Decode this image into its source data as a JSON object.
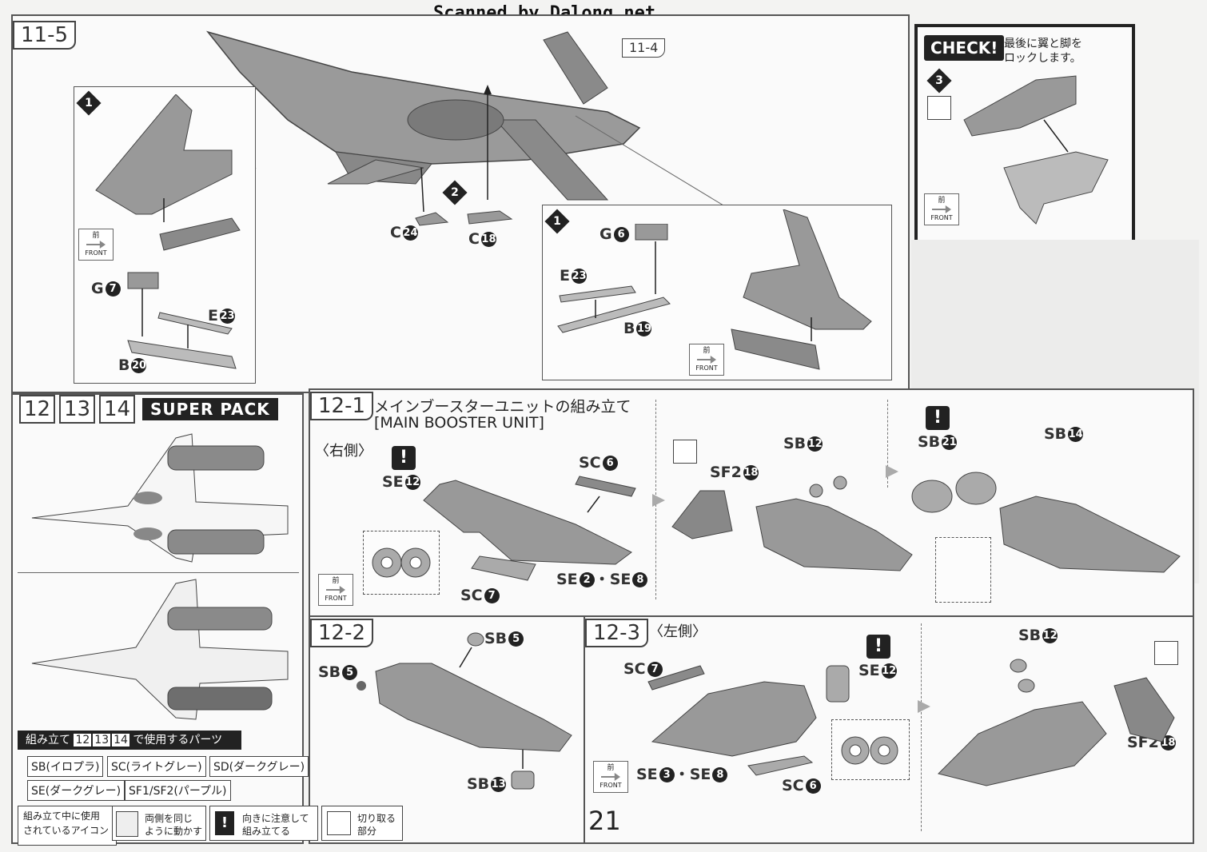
{
  "header": {
    "watermark": "Scanned by Dalong.net"
  },
  "step_11_5": {
    "tab": "11-5",
    "ref": "11-4",
    "step1_left": {
      "marker": "1",
      "parts": {
        "g": "G",
        "g_num": "7",
        "e": "E",
        "e_num": "23",
        "b": "B",
        "b_num": "20"
      },
      "front_kanji": "前",
      "front": "FRONT"
    },
    "step2": {
      "marker": "2",
      "c_a": "C",
      "c_a_num": "24",
      "c_b": "C",
      "c_b_num": "18"
    },
    "step1_right": {
      "marker": "1",
      "parts": {
        "g": "G",
        "g_num": "6",
        "e": "E",
        "e_num": "23",
        "b": "B",
        "b_num": "19"
      },
      "front_kanji": "前",
      "front": "FRONT"
    }
  },
  "check_box": {
    "badge": "CHECK!",
    "text_line1": "最後に翼と脚を",
    "text_line2": "ロックします。",
    "marker": "3",
    "front_kanji": "前",
    "front": "FRONT"
  },
  "super_pack": {
    "tabs": [
      "12",
      "13",
      "14"
    ],
    "title": "SUPER PACK",
    "parts_heading_pre": "組み立て",
    "parts_heading_post": "で使用するパーツ",
    "parts": [
      "SB(イロプラ)",
      "SC(ライトグレー)",
      "SD(ダークグレー)",
      "SE(ダークグレー)",
      "SF1/SF2(パープル)"
    ]
  },
  "step_12_1": {
    "tab": "12-1",
    "title_jp": "メインブースターユニットの組み立て",
    "title_en": "[MAIN BOOSTER UNIT]",
    "side": "〈右側〉",
    "labels": {
      "se12": "SE",
      "se12_num": "12",
      "sc6": "SC",
      "sc6_num": "6",
      "se2": "SE",
      "se2_num": "2",
      "dot": "・",
      "se8": "SE",
      "se8_num": "8",
      "sc7": "SC",
      "sc7_num": "7",
      "sf2": "SF2",
      "sf2_num": "18",
      "sb12": "SB",
      "sb12_num": "12",
      "sb21": "SB",
      "sb21_num": "21",
      "sb14": "SB",
      "sb14_num": "14"
    },
    "front_kanji": "前",
    "front": "FRONT"
  },
  "step_12_2": {
    "tab": "12-2",
    "labels": {
      "sb5a": "SB",
      "sb5a_num": "5",
      "sb5b": "SB",
      "sb5b_num": "5",
      "sb13": "SB",
      "sb13_num": "13"
    }
  },
  "step_12_3": {
    "tab": "12-3",
    "side": "〈左側〉",
    "labels": {
      "sc7": "SC",
      "sc7_num": "7",
      "se12": "SE",
      "se12_num": "12",
      "se3": "SE",
      "se3_num": "3",
      "dot": "・",
      "se8": "SE",
      "se8_num": "8",
      "sc6": "SC",
      "sc6_num": "6",
      "sb12": "SB",
      "sb12_num": "12",
      "sf2": "SF2",
      "sf2_num": "18"
    },
    "front_kanji": "前",
    "front": "FRONT"
  },
  "legend": {
    "title_line1": "組み立て中に使用",
    "title_line2": "されているアイコン",
    "items": [
      {
        "icon": "both-sides-icon",
        "line1": "両側を同じ",
        "line2": "ように動かす"
      },
      {
        "icon": "caution-icon",
        "mark": "!",
        "line1": "向きに注意して",
        "line2": "組み立てる"
      },
      {
        "icon": "nipper-icon",
        "line1": "切り取る",
        "line2": "部分"
      }
    ]
  },
  "page_number": "21",
  "colors": {
    "panel_border": "#555555",
    "part_fill": "#9a9a9a",
    "part_dark": "#6e6e6e",
    "ink": "#222222"
  }
}
